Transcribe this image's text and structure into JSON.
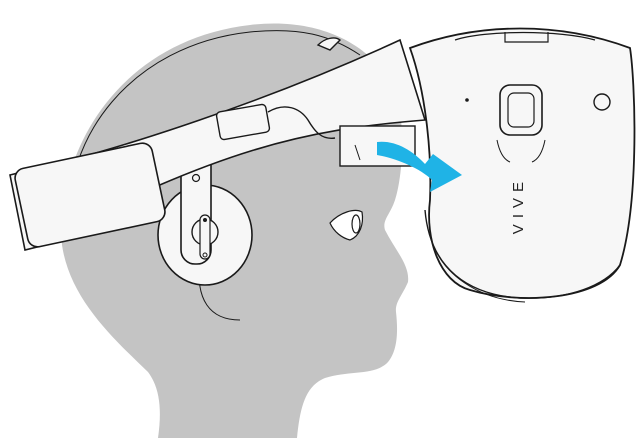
{
  "illustration": {
    "brand_label": "VIVE",
    "colors": {
      "head": "#c4c4c4",
      "outline": "#1a1a1a",
      "strap_fill": "#f7f7f7",
      "arrow": "#1fb3e6"
    },
    "icons": [
      "head-silhouette",
      "headphone",
      "head-strap",
      "headset-visor",
      "curved-arrow"
    ]
  }
}
